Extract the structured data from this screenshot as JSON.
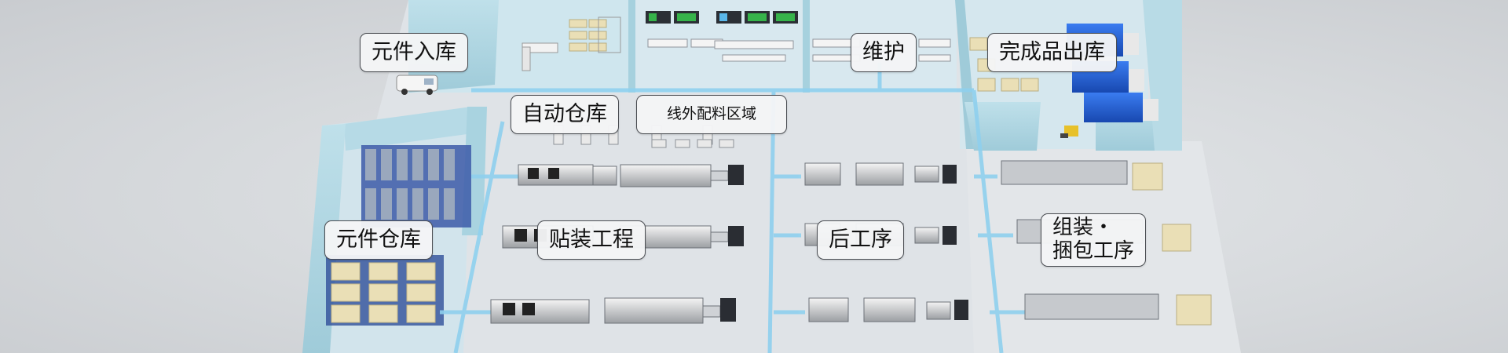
{
  "labels": {
    "component_receiving": "元件入库",
    "automatic_warehouse": "自动仓库",
    "offline_kitting_area": "线外配料区域",
    "maintenance": "维护",
    "finished_goods_shipping": "完成品出库",
    "component_warehouse": "元件仓库",
    "smt_engineering": "贴装工程",
    "post_process": "后工序",
    "assembly_packing_line1": "组装・",
    "assembly_packing_line2": "捆包工序"
  },
  "colors": {
    "background": "#d9dcdf",
    "floor": "#dde1e5",
    "wall": "#a9d3e0",
    "conveyor": "#8fd0ee",
    "truck": "#1f5fd6",
    "rack": "#2f4f9a",
    "box": "#eadfb6"
  },
  "icons": [
    "van-icon",
    "truck-icon",
    "forklift-icon",
    "rack-icon",
    "monitor-icon",
    "smt-line-icon",
    "workbench-icon",
    "pallet-icon"
  ]
}
